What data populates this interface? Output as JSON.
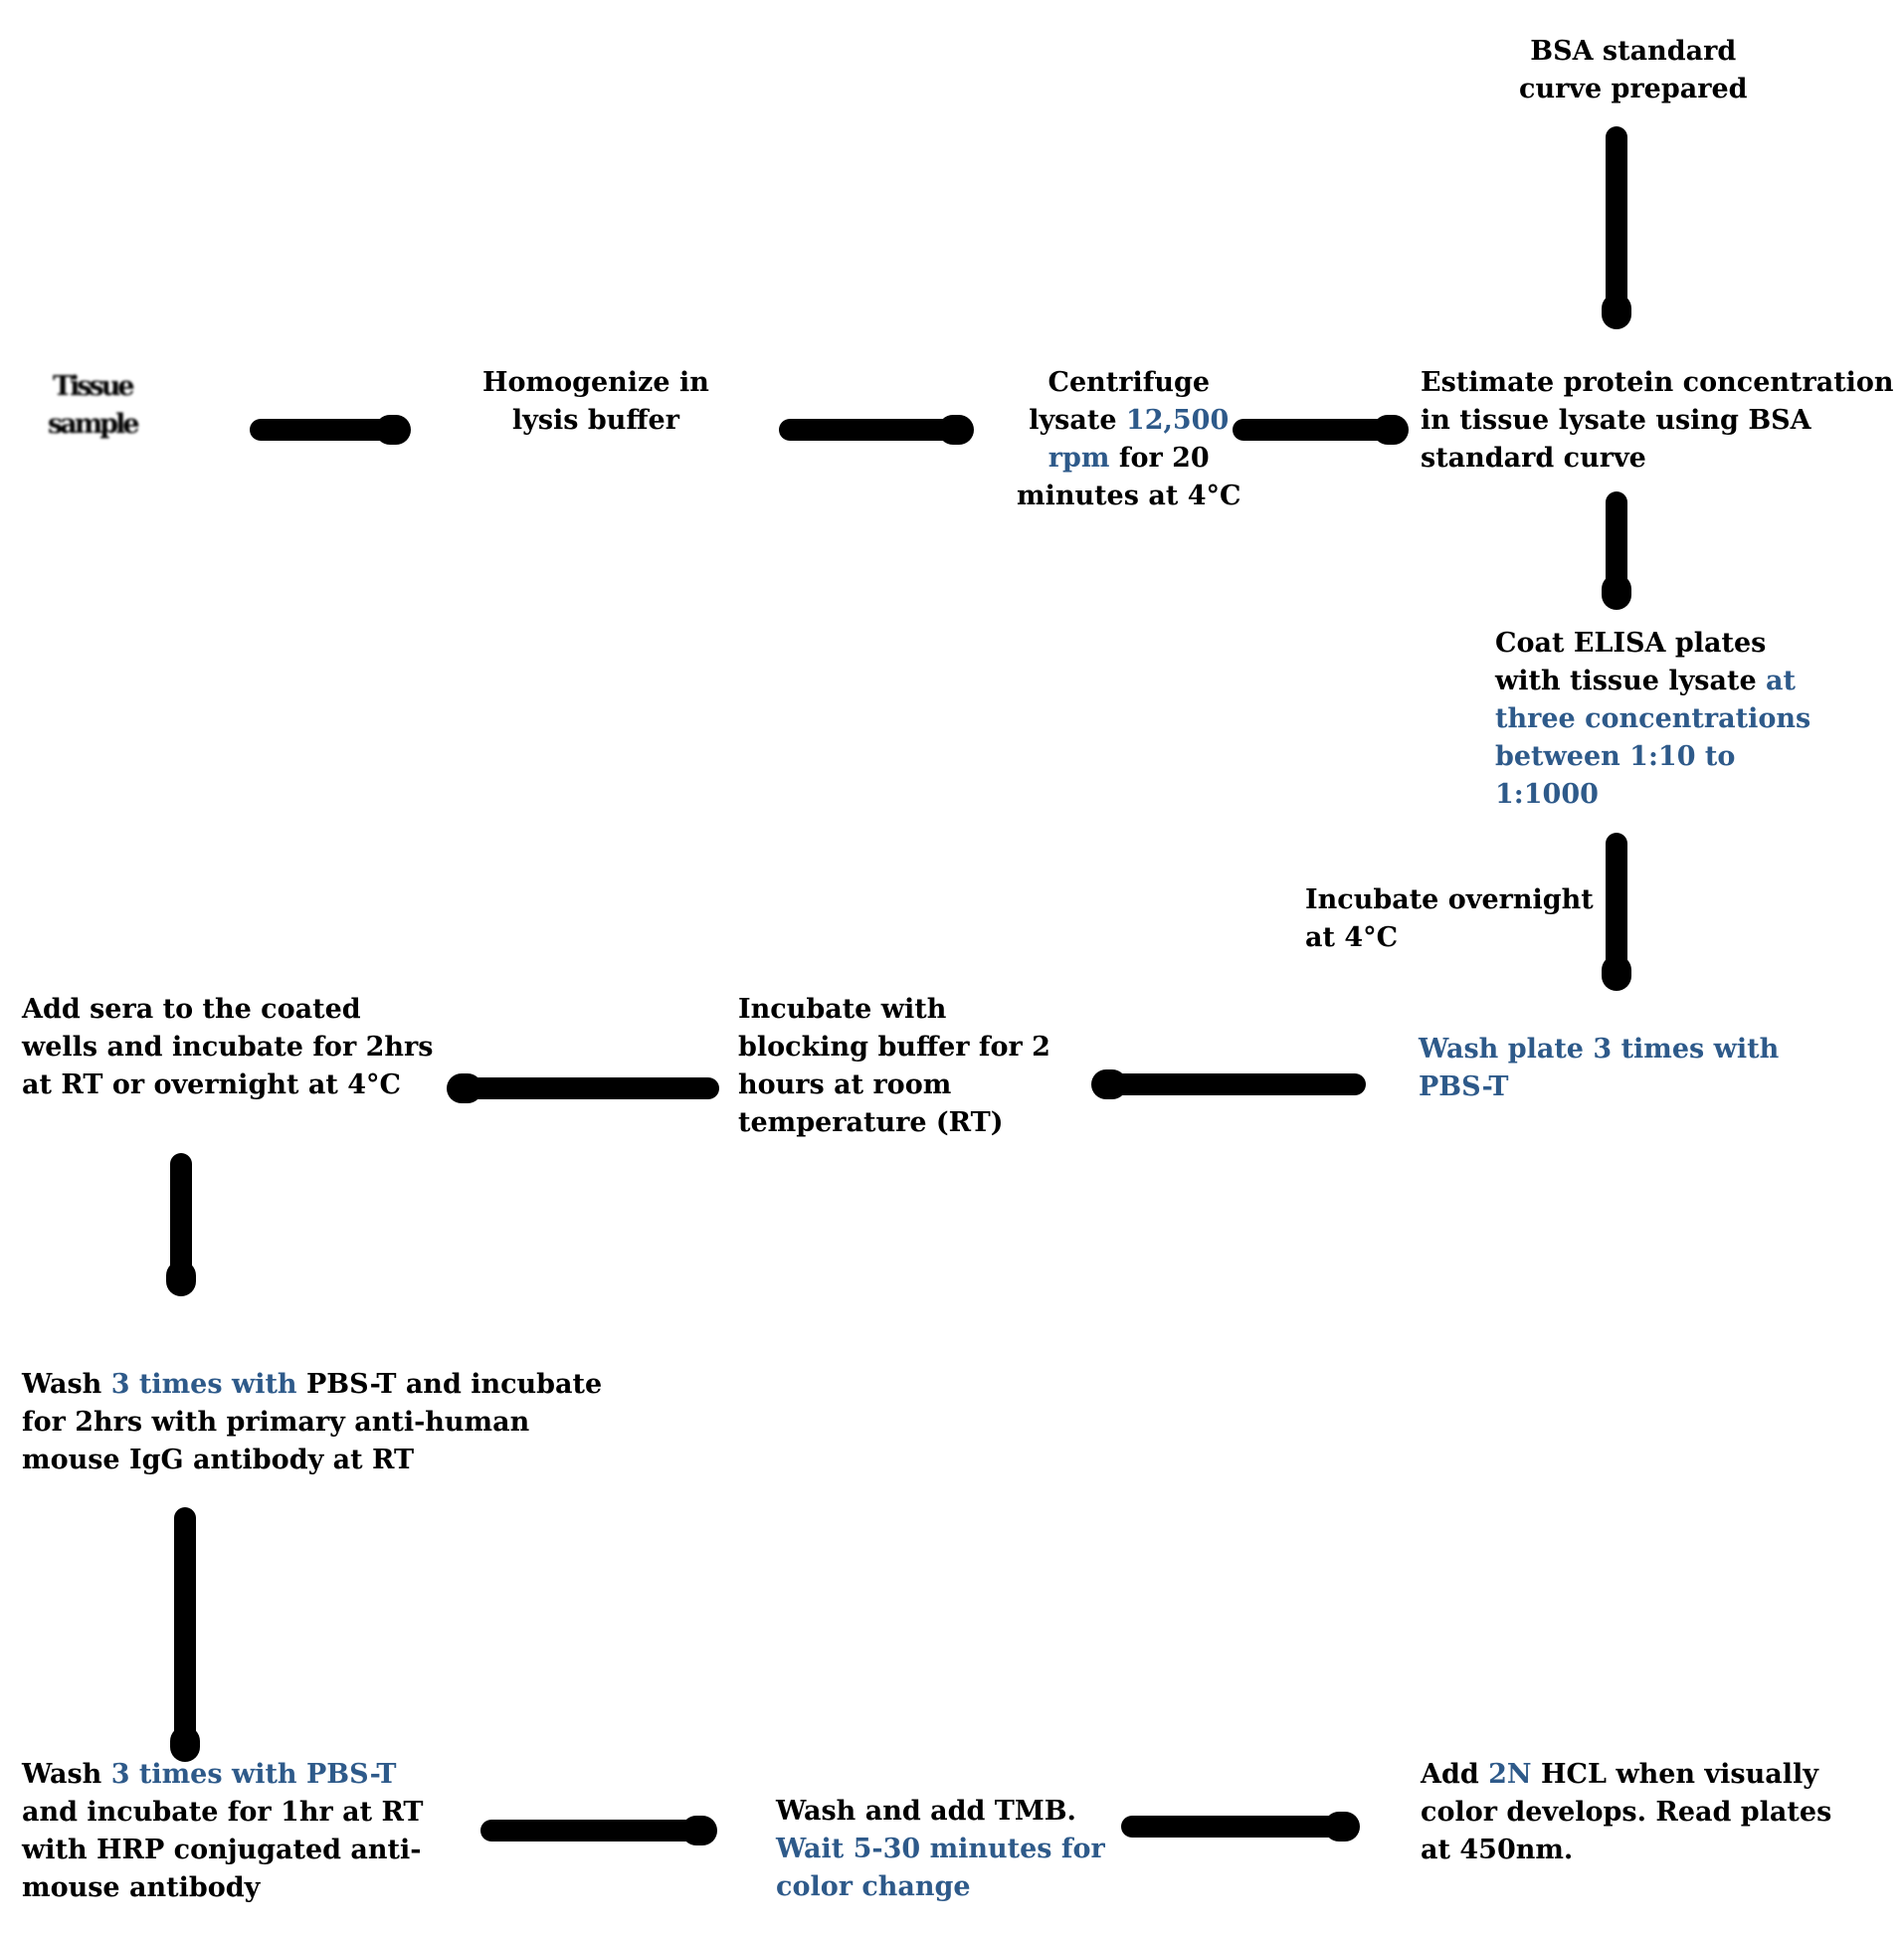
{
  "steps": [
    {
      "id": "bsa-standard",
      "parts": [
        {
          "t": "BSA standard"
        },
        {
          "br": 1
        },
        {
          "t": "curve prepared"
        }
      ]
    },
    {
      "id": "tissue-sample",
      "parts": [
        {
          "t": "Tissue"
        },
        {
          "br": 1
        },
        {
          "t": "sample"
        }
      ]
    },
    {
      "id": "homogenize",
      "parts": [
        {
          "t": "Homogenize  in"
        },
        {
          "br": 1
        },
        {
          "t": "lysis buffer"
        }
      ]
    },
    {
      "id": "centrifuge",
      "parts": [
        {
          "t": "Centrifuge"
        },
        {
          "br": 1
        },
        {
          "t": "lysate "
        },
        {
          "t": "12,500",
          "hl": 1
        },
        {
          "br": 1
        },
        {
          "t": "rpm",
          "hl": 1
        },
        {
          "t": " for 20"
        },
        {
          "br": 1
        },
        {
          "t": "minutes at 4°C"
        }
      ]
    },
    {
      "id": "estimate-protein",
      "parts": [
        {
          "t": "Estimate protein concentration"
        },
        {
          "br": 1
        },
        {
          "t": "in tissue lysate using BSA"
        },
        {
          "br": 1
        },
        {
          "t": "standard curve"
        }
      ]
    },
    {
      "id": "coat-plates",
      "parts": [
        {
          "t": "Coat ELISA plates"
        },
        {
          "br": 1
        },
        {
          "t": "with tissue lysate "
        },
        {
          "t": "at",
          "hl": 1
        },
        {
          "br": 1
        },
        {
          "t": "three concentrations",
          "hl": 1
        },
        {
          "br": 1
        },
        {
          "t": "between 1:10 to",
          "hl": 1
        },
        {
          "br": 1
        },
        {
          "t": "1:1000",
          "hl": 1
        }
      ]
    },
    {
      "id": "incubate-overnight",
      "parts": [
        {
          "t": "Incubate overnight"
        },
        {
          "br": 1
        },
        {
          "t": "at 4°C"
        }
      ]
    },
    {
      "id": "wash-plate",
      "parts": [
        {
          "t": "Wash plate 3 times with",
          "hl": 1
        },
        {
          "br": 1
        },
        {
          "t": "PBS-T",
          "hl": 1
        }
      ]
    },
    {
      "id": "blocking",
      "parts": [
        {
          "t": "Incubate with"
        },
        {
          "br": 1
        },
        {
          "t": "blocking buffer for 2"
        },
        {
          "br": 1
        },
        {
          "t": "hours at room"
        },
        {
          "br": 1
        },
        {
          "t": "temperature (RT)"
        }
      ]
    },
    {
      "id": "add-sera",
      "parts": [
        {
          "t": "Add sera to the coated"
        },
        {
          "br": 1
        },
        {
          "t": "wells and incubate for 2hrs"
        },
        {
          "br": 1
        },
        {
          "t": "at RT or overnight at 4°C"
        }
      ]
    },
    {
      "id": "primary-antibody",
      "parts": [
        {
          "t": "Wash "
        },
        {
          "t": "3 times with",
          "hl": 1
        },
        {
          "t": " PBS-T and incubate"
        },
        {
          "br": 1
        },
        {
          "t": "for 2hrs with primary anti-human"
        },
        {
          "br": 1
        },
        {
          "t": "mouse IgG antibody at RT"
        }
      ]
    },
    {
      "id": "hrp-antibody",
      "parts": [
        {
          "t": "Wash "
        },
        {
          "t": "3 times with PBS-T",
          "hl": 1
        },
        {
          "br": 1
        },
        {
          "t": "and incubate for 1hr at RT"
        },
        {
          "br": 1
        },
        {
          "t": "with HRP conjugated anti-"
        },
        {
          "br": 1
        },
        {
          "t": "mouse antibody"
        }
      ]
    },
    {
      "id": "tmb",
      "parts": [
        {
          "t": "Wash and add TMB."
        },
        {
          "br": 1
        },
        {
          "t": "Wait 5-30 minutes for",
          "hl": 1
        },
        {
          "br": 1
        },
        {
          "t": "color change",
          "hl": 1
        }
      ]
    },
    {
      "id": "add-hcl",
      "parts": [
        {
          "t": "Add "
        },
        {
          "t": "2N",
          "hl": 1
        },
        {
          "t": " HCL when visually"
        },
        {
          "br": 1
        },
        {
          "t": "color develops. Read plates"
        },
        {
          "br": 1
        },
        {
          "t": "at 450nm."
        }
      ]
    }
  ],
  "colors": {
    "text": "#000000",
    "highlight": "#2e5a8a",
    "arrow": "#000000",
    "background": "#ffffff"
  }
}
